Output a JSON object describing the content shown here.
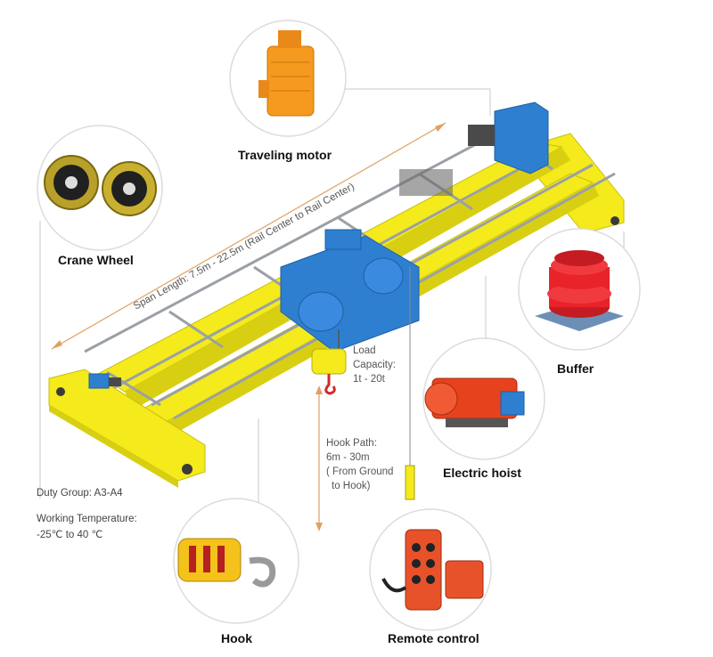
{
  "components": {
    "traveling_motor": "Traveling motor",
    "crane_wheel": "Crane Wheel",
    "buffer": "Buffer",
    "electric_hoist": "Electric hoist",
    "hook": "Hook",
    "remote_control": "Remote control"
  },
  "span_length": "Span Length: 7.5m - 22.5m (Rail Center to Rail Center)",
  "load_capacity": {
    "line1": "Load",
    "line2": "Capacity:",
    "line3": "1t - 20t"
  },
  "hook_path": {
    "line1": "Hook Path:",
    "line2": "6m - 30m",
    "line3": "( From Ground",
    "line4": "to Hook)"
  },
  "duty_group": "Duty Group: A3-A4",
  "working_temperature": {
    "label": "Working Temperature:",
    "value": "-25℃ to 40 ℃"
  },
  "colors": {
    "beam_yellow": "#f4ea1c",
    "steel_blue": "#2f7fd0",
    "motor_orange": "#f59a1e",
    "buffer_red": "#e8232a",
    "hoist_red": "#e6421e",
    "dimension_orange": "#e0a060",
    "rail_grey": "#9aa0a6"
  }
}
